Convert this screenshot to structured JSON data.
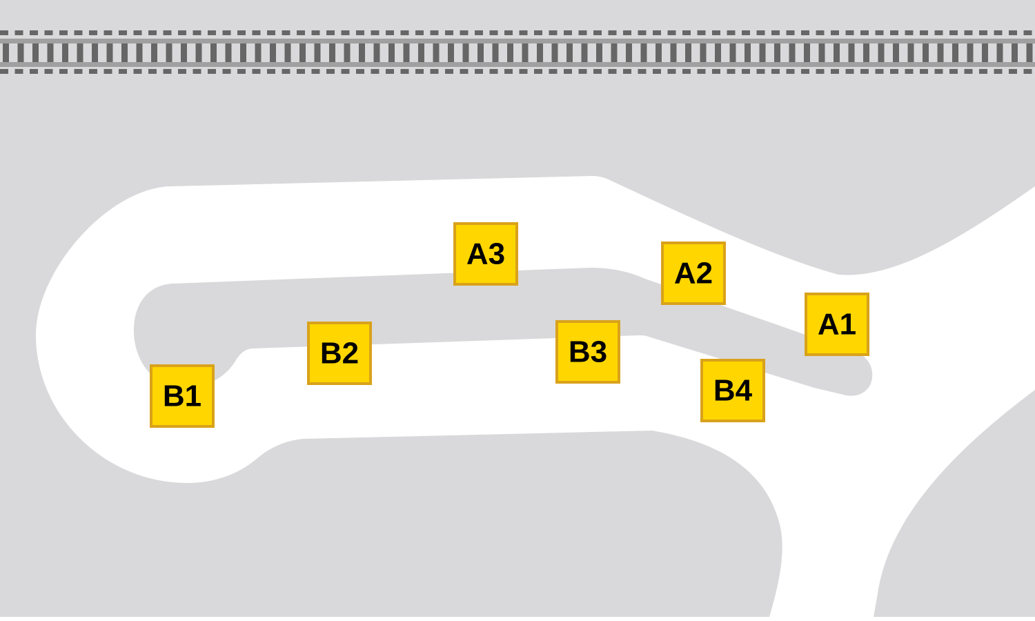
{
  "colors": {
    "ground": "#D9D9DB",
    "road": "#FFFFFF",
    "rail_line": "#A0A0A0",
    "rail_sleeper": "#666666",
    "marker_fill": "#FFD600",
    "marker_border": "#D9A21B",
    "marker_text": "#000000"
  },
  "map": {
    "rail": {
      "icon": "railway-track"
    },
    "stops": [
      {
        "id": "a3",
        "label": "A3",
        "icon": "bus-stop-marker"
      },
      {
        "id": "a2",
        "label": "A2",
        "icon": "bus-stop-marker"
      },
      {
        "id": "a1",
        "label": "A1",
        "icon": "bus-stop-marker"
      },
      {
        "id": "b2",
        "label": "B2",
        "icon": "bus-stop-marker"
      },
      {
        "id": "b3",
        "label": "B3",
        "icon": "bus-stop-marker"
      },
      {
        "id": "b1",
        "label": "B1",
        "icon": "bus-stop-marker"
      },
      {
        "id": "b4",
        "label": "B4",
        "icon": "bus-stop-marker"
      }
    ]
  }
}
